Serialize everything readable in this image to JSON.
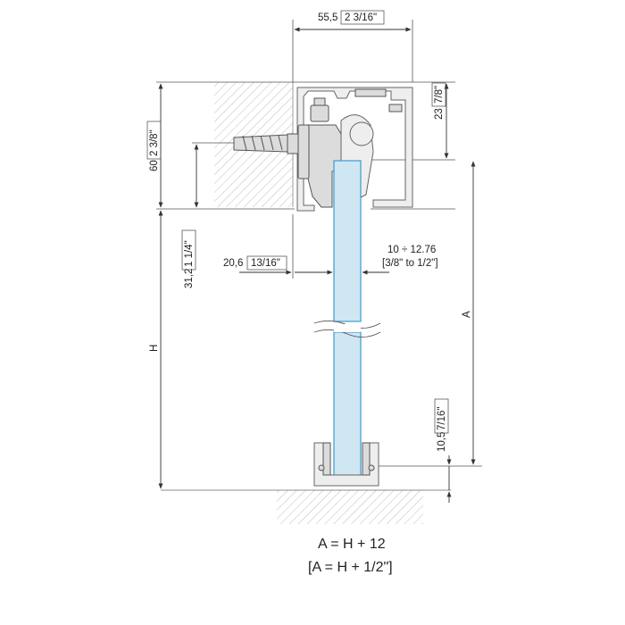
{
  "dimensions": {
    "top_width": "55,5",
    "top_width_imperial": "2 3/16\"",
    "rail_height": "23",
    "rail_height_imperial": "7/8\"",
    "total_top": "60",
    "total_top_imperial": "2 3/8\"",
    "offset_height": "31,2",
    "offset_height_imperial": "1 1/4\"",
    "wall_offset": "20,6",
    "wall_offset_imperial": "13/16\"",
    "glass_range": "10 ÷ 12.76",
    "glass_range_imperial": "[3/8\" to 1/2\"]",
    "bottom_guide": "10,5",
    "bottom_guide_imperial": "7/16\"",
    "height_label": "H",
    "door_label": "A"
  },
  "formula": {
    "line1": "A = H + 12",
    "line2": "[A = H + 1/2\"]"
  },
  "colors": {
    "glass": "#cfe6f3",
    "glass_edge": "#3a9bd0",
    "hatch": "#bdbdbd"
  }
}
